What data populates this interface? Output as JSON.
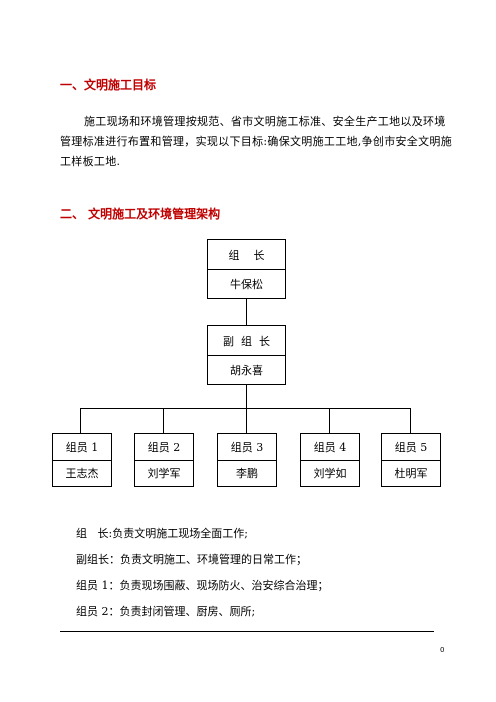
{
  "headings": {
    "h1": "一、文明施工目标",
    "h2": "二、  文明施工及环境管理架构"
  },
  "paragraph": "施工现场和环境管理按规范、省市文明施工标准、安全生产工地以及环境管理标准进行布置和管理，实现以下目标:确保文明施工工地,争创市安全文明施工样板工地.",
  "org": {
    "leader": {
      "title": "组    长",
      "name": "牛保松"
    },
    "deputy": {
      "title": "副  组  长",
      "name": "胡永喜"
    },
    "members": [
      {
        "title": "组员 1",
        "name": "王志杰"
      },
      {
        "title": "组员 2",
        "name": "刘学军"
      },
      {
        "title": "组员 3",
        "name": "李鹏"
      },
      {
        "title": "组员 4",
        "name": "刘学如"
      },
      {
        "title": "组员 5",
        "name": "杜明军"
      }
    ]
  },
  "responsibilities": [
    "组   长:负责文明施工现场全面工作;",
    "副组长：负责文明施工、环境管理的日常工作；",
    "组员 1：负责现场围蔽、现场防火、治安综合治理；",
    "组员 2：负责封闭管理、厨房、厕所;"
  ],
  "page_number": "0"
}
